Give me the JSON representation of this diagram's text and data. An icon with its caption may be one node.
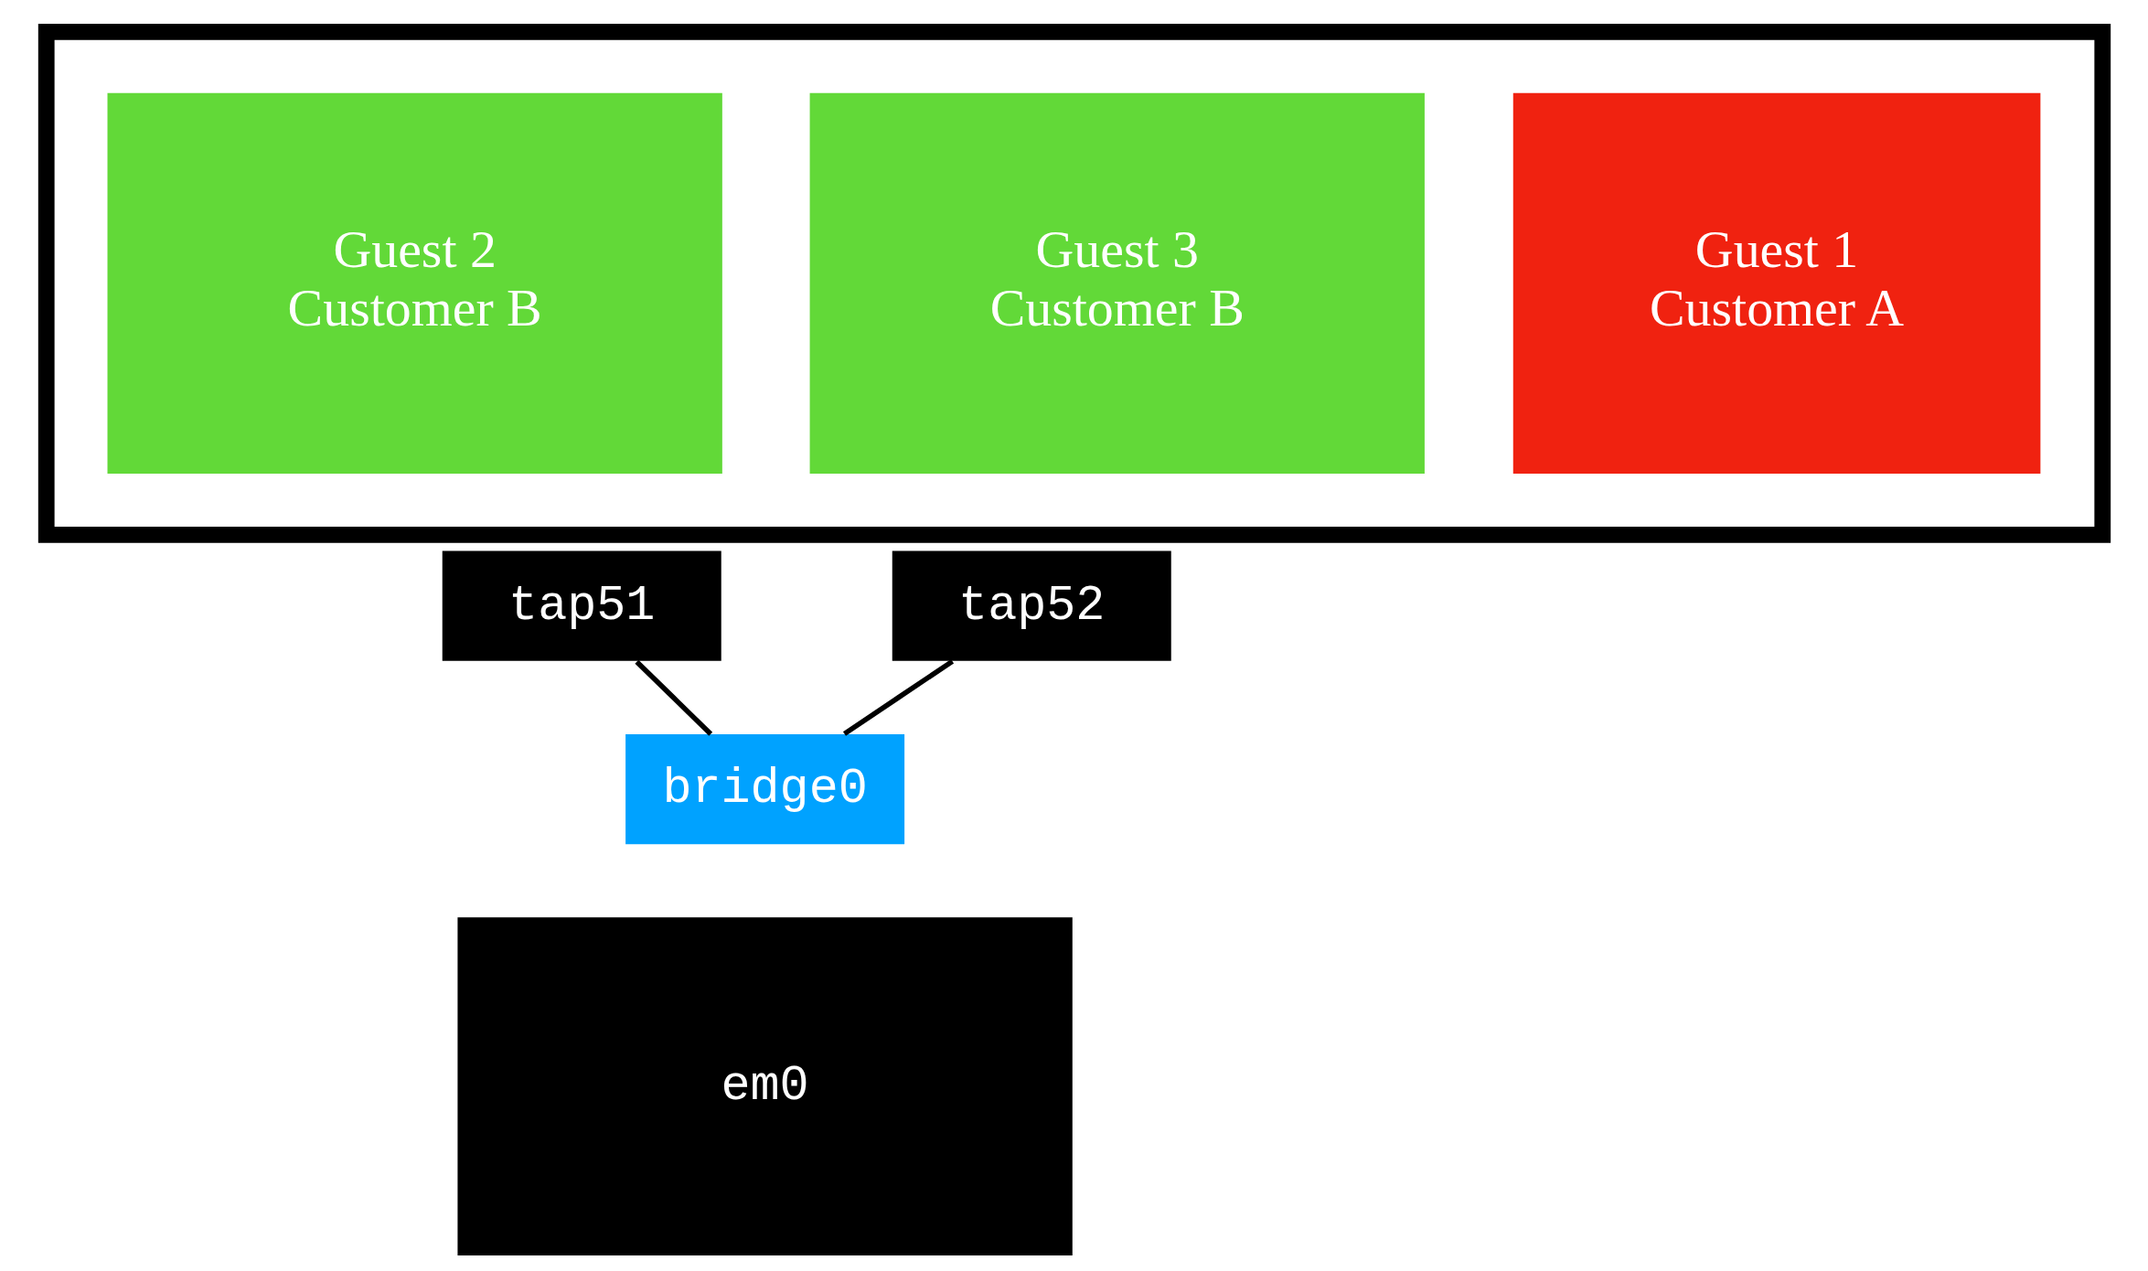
{
  "diagram": {
    "nodes": [
      {
        "text": [],
        "shape": "box"
      },
      {
        "text": [
          "Guest 1",
          "Customer A"
        ],
        "in": 0
      },
      {
        "text": [
          "Guest 2",
          "Customer B"
        ],
        "in": 0
      },
      {
        "text": [
          "Guest 3",
          "Customer B"
        ],
        "in": 0
      },
      {
        "text": [
          "tap51"
        ]
      },
      {
        "text": [
          "tap52"
        ]
      },
      {
        "text": [
          "bridge0"
        ]
      },
      {
        "text": [
          "em0"
        ]
      }
    ],
    "edges": [
      {
        "from": 4,
        "to": 6,
        "arrow": "none"
      },
      {
        "from": 5,
        "to": 6,
        "arrow": "none"
      }
    ]
  }
}
